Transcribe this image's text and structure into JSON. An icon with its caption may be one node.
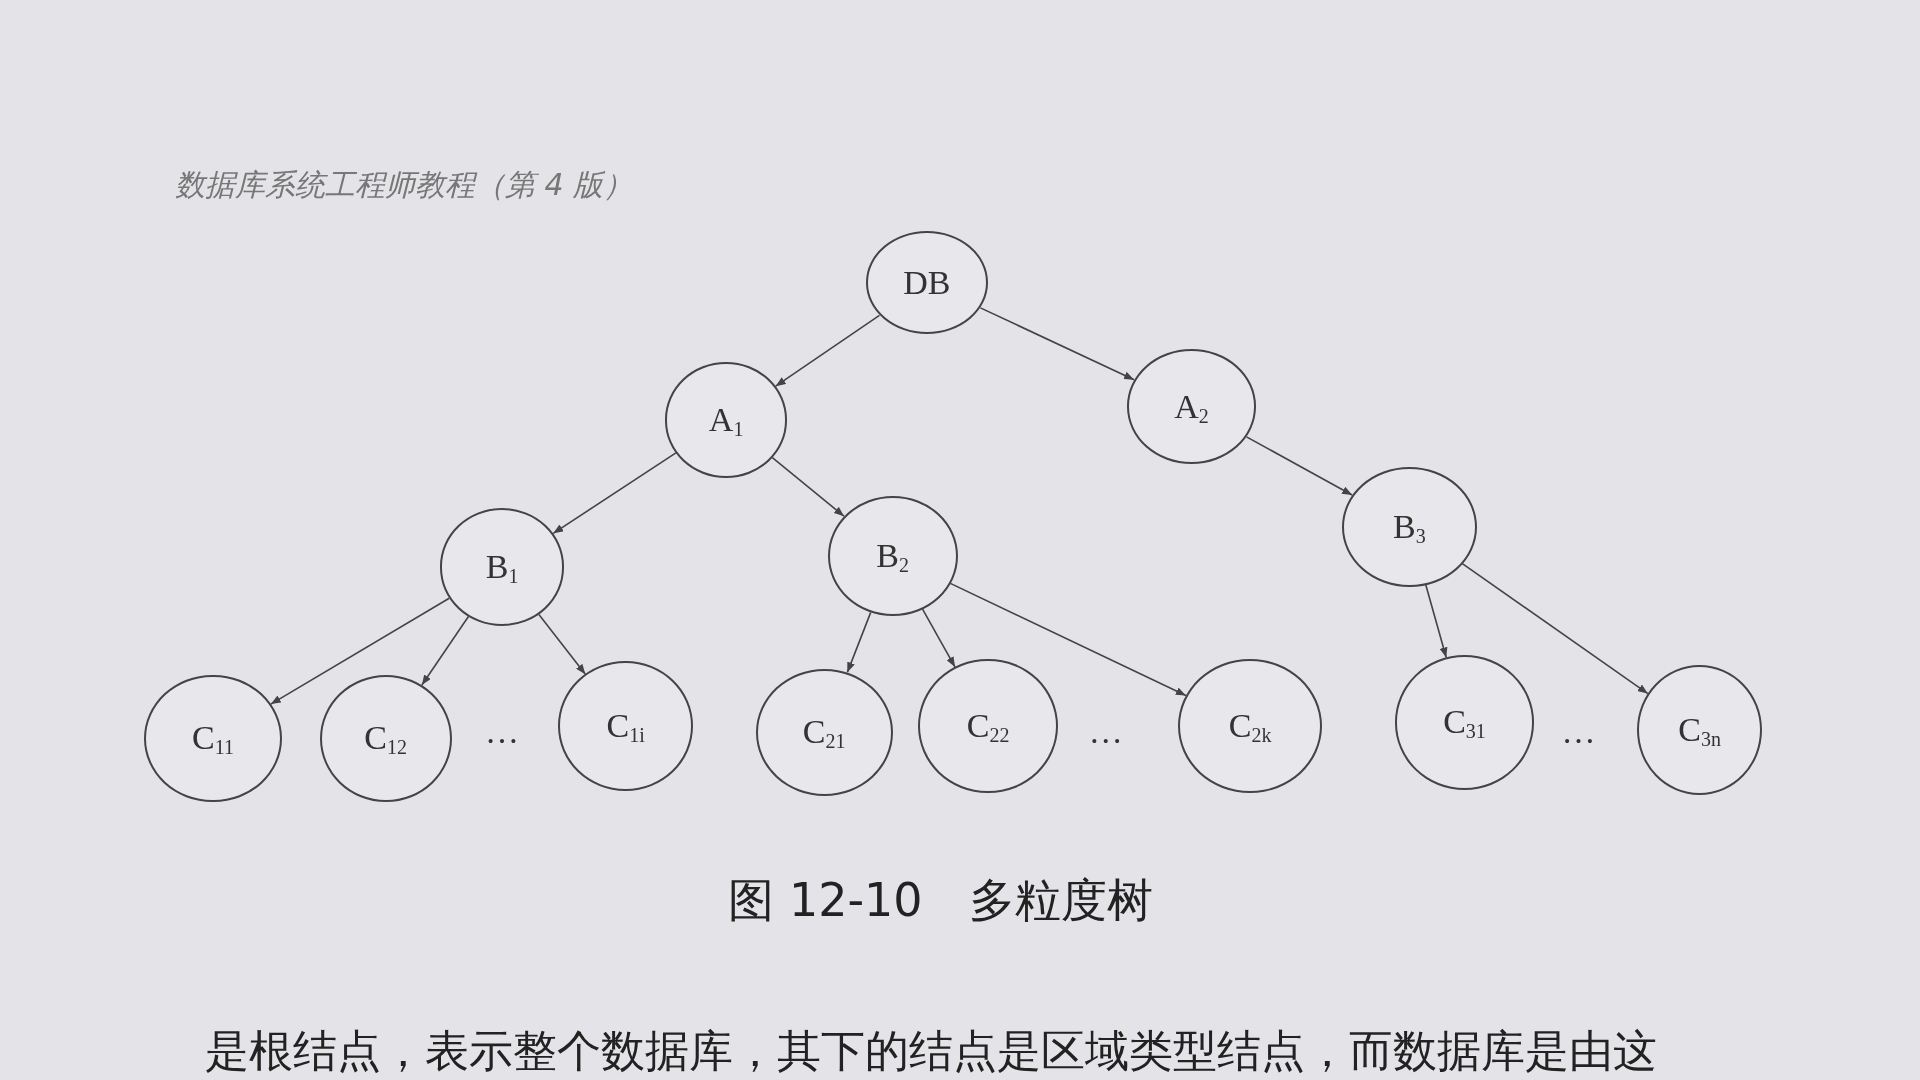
{
  "diagram": {
    "caption": "图 12-10　多粒度树",
    "nodes": [
      {
        "text": [
          "DB"
        ]
      },
      {
        "text": [
          "A$_{1}$"
        ]
      },
      {
        "text": [
          "A$_{2}$"
        ]
      },
      {
        "text": [
          "B$_{1}$"
        ]
      },
      {
        "text": [
          "B$_{2}$"
        ]
      },
      {
        "text": [
          "B$_{3}$"
        ]
      },
      {
        "text": [
          "C$_{11}$"
        ]
      },
      {
        "text": [
          "C$_{12}$"
        ]
      },
      {
        "text": [
          "C$_{1i}$"
        ]
      },
      {
        "text": [
          "C$_{21}$"
        ]
      },
      {
        "text": [
          "C$_{22}$"
        ]
      },
      {
        "text": [
          "C$_{2k}$"
        ]
      },
      {
        "text": [
          "C$_{31}$"
        ]
      },
      {
        "text": [
          "C$_{3n}$"
        ]
      }
    ],
    "edges": [
      {
        "from": 0,
        "to": 1,
        "arrow": "to"
      },
      {
        "from": 0,
        "to": 2,
        "arrow": "to"
      },
      {
        "from": 1,
        "to": 3,
        "arrow": "to"
      },
      {
        "from": 1,
        "to": 4,
        "arrow": "to"
      },
      {
        "from": 2,
        "to": 5,
        "arrow": "to"
      },
      {
        "from": 3,
        "to": 6,
        "arrow": "to"
      },
      {
        "from": 3,
        "to": 7,
        "arrow": "to"
      },
      {
        "from": 3,
        "to": 8,
        "arrow": "to"
      },
      {
        "from": 4,
        "to": 9,
        "arrow": "to"
      },
      {
        "from": 4,
        "to": 10,
        "arrow": "to"
      },
      {
        "from": 4,
        "to": 11,
        "arrow": "to"
      },
      {
        "from": 5,
        "to": 12,
        "arrow": "to"
      },
      {
        "from": 5,
        "to": 13,
        "arrow": "to"
      }
    ],
    "labels": [
      "数据库系统工程师教程（第 4 版）",
      "…",
      "…",
      "…",
      "是根结点，表示整个数据库，其下的结点是区域类型结点，而数据库是由这"
    ]
  }
}
